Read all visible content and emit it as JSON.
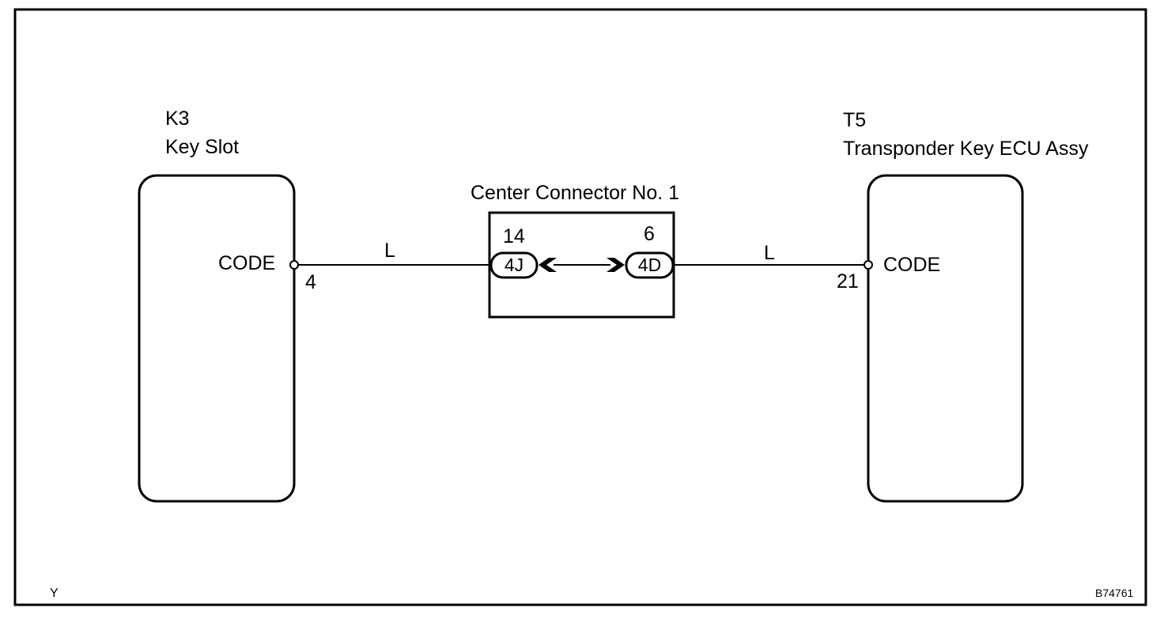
{
  "left_component": {
    "code": "K3",
    "name": "Key Slot",
    "terminal_name": "CODE",
    "pin": "4"
  },
  "right_component": {
    "code": "T5",
    "name": "Transponder Key ECU Assy",
    "terminal_name": "CODE",
    "pin": "21"
  },
  "junction": {
    "title": "Center Connector No. 1",
    "left_pin": "14",
    "left_connector": "4J",
    "right_pin": "6",
    "right_connector": "4D"
  },
  "wires": {
    "left_color": "L",
    "right_color": "L"
  },
  "corner_left": "Y",
  "figure_id": "B74761",
  "colors": {
    "line": "#000000",
    "background": "#ffffff"
  }
}
